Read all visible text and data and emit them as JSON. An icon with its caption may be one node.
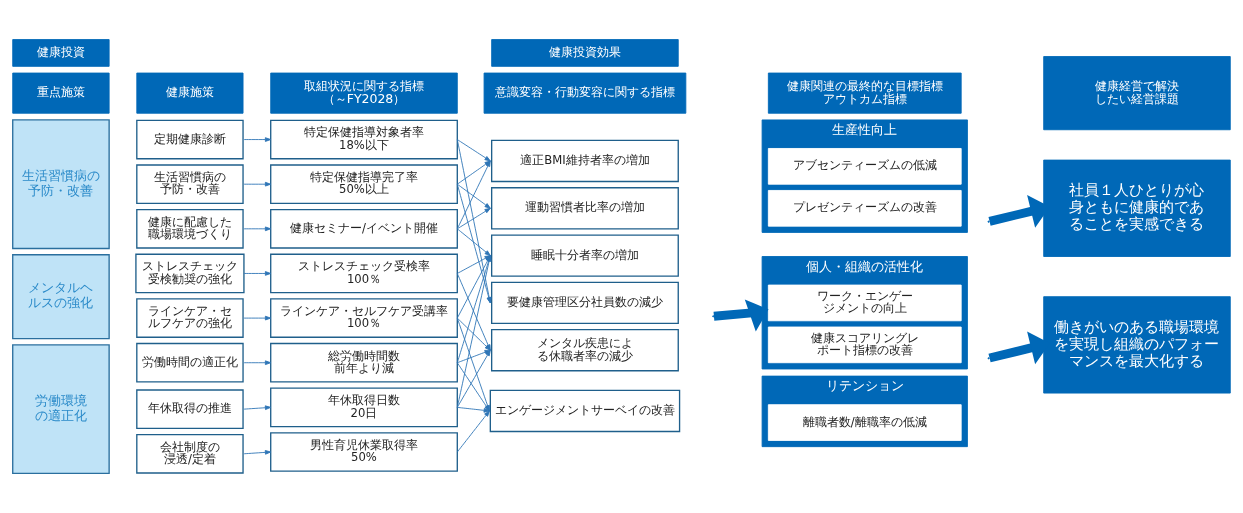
{
  "diagram": {
    "nodes": [
      {
        "text": [
          "健康投資"
        ]
      },
      {
        "text": [
          "健康投資効果"
        ]
      },
      {
        "text": [
          "健康経営で解決したい経営課題"
        ]
      },
      {
        "text": [
          "重点施策"
        ]
      },
      {
        "text": [
          "健康施策"
        ]
      },
      {
        "text": [
          "取組状況に関する指標（～FY2028）"
        ]
      },
      {
        "text": [
          "意識変容・行動変容に関する指標"
        ]
      },
      {
        "text": [
          "健康関連の最終的な目標指標",
          "アウトカム指標"
        ]
      },
      {
        "text": [
          "生活習慣病の予防・改善"
        ]
      },
      {
        "text": [
          "メンタルヘルスの強化"
        ]
      },
      {
        "text": [
          "労働環境の適正化"
        ]
      },
      {
        "text": [
          "定期健康診断"
        ]
      },
      {
        "text": [
          "生活習慣病の予防・改善"
        ]
      },
      {
        "text": [
          "健康に配慮した職場環境づくり"
        ]
      },
      {
        "text": [
          "ストレスチェック受検勧奨の強化"
        ]
      },
      {
        "text": [
          "ラインケア・セルフケアの強化"
        ]
      },
      {
        "text": [
          "労働時間の適正化"
        ]
      },
      {
        "text": [
          "年休取得の推進"
        ]
      },
      {
        "text": [
          "会社制度の浸透/定着"
        ]
      },
      {
        "text": [
          "特定保健指導対象者率",
          "18%以下"
        ]
      },
      {
        "text": [
          "特定保健指導完了率",
          "50%以上"
        ]
      },
      {
        "text": [
          "健康セミナー/イベント開催"
        ]
      },
      {
        "text": [
          "ストレスチェック受検率",
          "100％"
        ]
      },
      {
        "text": [
          "ラインケア・セルフケア受講率",
          "100％"
        ]
      },
      {
        "text": [
          "総労働時間数",
          "前年より減"
        ]
      },
      {
        "text": [
          "年休取得日数",
          "20日"
        ]
      },
      {
        "text": [
          "男性育児休業取得率",
          "50%"
        ]
      },
      {
        "text": [
          "適正BMI維持者率の増加"
        ]
      },
      {
        "text": [
          "運動習慣者比率の増加"
        ]
      },
      {
        "text": [
          "睡眠十分者率の増加"
        ]
      },
      {
        "text": [
          "要健康管理区分社員数の減少"
        ]
      },
      {
        "text": [
          "メンタル疾患による休職者率の減少"
        ]
      },
      {
        "text": [
          "エンゲージメントサーベイの改善"
        ]
      },
      {
        "text": [
          "生産性向上"
        ]
      },
      {
        "text": [
          "アブセンティーズムの低減"
        ],
        "in": 33
      },
      {
        "text": [
          "プレゼンティーズムの改善"
        ],
        "in": 33
      },
      {
        "text": [
          "個人・組織の活性化"
        ]
      },
      {
        "text": [
          "ワーク・エンゲージメントの向上"
        ],
        "in": 36
      },
      {
        "text": [
          "健康スコアリングレポート指標の改善"
        ],
        "in": 36
      },
      {
        "text": [
          "リテンション"
        ]
      },
      {
        "text": [
          "離職者数/離職率の低減"
        ],
        "in": 39
      },
      {
        "text": [
          "社員１人ひとりが心身ともに健康的であることを実感できる"
        ]
      },
      {
        "text": [
          "働きがいのある職場環境を実現し組織のパフォーマンスを最大化する"
        ]
      }
    ],
    "edges": [
      {
        "from": 11,
        "to": 19,
        "arrow": "to"
      },
      {
        "from": 12,
        "to": 20,
        "arrow": "to"
      },
      {
        "from": 13,
        "to": 21,
        "arrow": "to"
      },
      {
        "from": 14,
        "to": 22,
        "arrow": "to"
      },
      {
        "from": 15,
        "to": 23,
        "arrow": "to"
      },
      {
        "from": 16,
        "to": 24,
        "arrow": "to"
      },
      {
        "from": 17,
        "to": 25,
        "arrow": "to"
      },
      {
        "from": 18,
        "to": 26,
        "arrow": "to"
      },
      {
        "from": 19,
        "to": 27,
        "arrow": "to"
      },
      {
        "from": 19,
        "to": 30,
        "arrow": "to"
      },
      {
        "from": 20,
        "to": 27,
        "arrow": "to"
      },
      {
        "from": 20,
        "to": 28,
        "arrow": "to"
      },
      {
        "from": 20,
        "to": 30,
        "arrow": "to"
      },
      {
        "from": 21,
        "to": 27,
        "arrow": "to"
      },
      {
        "from": 21,
        "to": 28,
        "arrow": "to"
      },
      {
        "from": 21,
        "to": 29,
        "arrow": "to"
      },
      {
        "from": 22,
        "to": 29,
        "arrow": "to"
      },
      {
        "from": 22,
        "to": 31,
        "arrow": "to"
      },
      {
        "from": 23,
        "to": 29,
        "arrow": "to"
      },
      {
        "from": 23,
        "to": 31,
        "arrow": "to"
      },
      {
        "from": 23,
        "to": 32,
        "arrow": "to"
      },
      {
        "from": 24,
        "to": 29,
        "arrow": "to"
      },
      {
        "from": 24,
        "to": 31,
        "arrow": "to"
      },
      {
        "from": 24,
        "to": 32,
        "arrow": "to"
      },
      {
        "from": 25,
        "to": 29,
        "arrow": "to"
      },
      {
        "from": 25,
        "to": 31,
        "arrow": "to"
      },
      {
        "from": 25,
        "to": 32,
        "arrow": "to"
      },
      {
        "from": 26,
        "to": 32,
        "arrow": "to"
      },
      {
        "from": null,
        "to": 36,
        "arrow": "to",
        "style": "thick"
      },
      {
        "from": null,
        "to": 41,
        "arrow": "to",
        "style": "thick"
      },
      {
        "from": null,
        "to": 42,
        "arrow": "to",
        "style": "thick"
      }
    ]
  }
}
